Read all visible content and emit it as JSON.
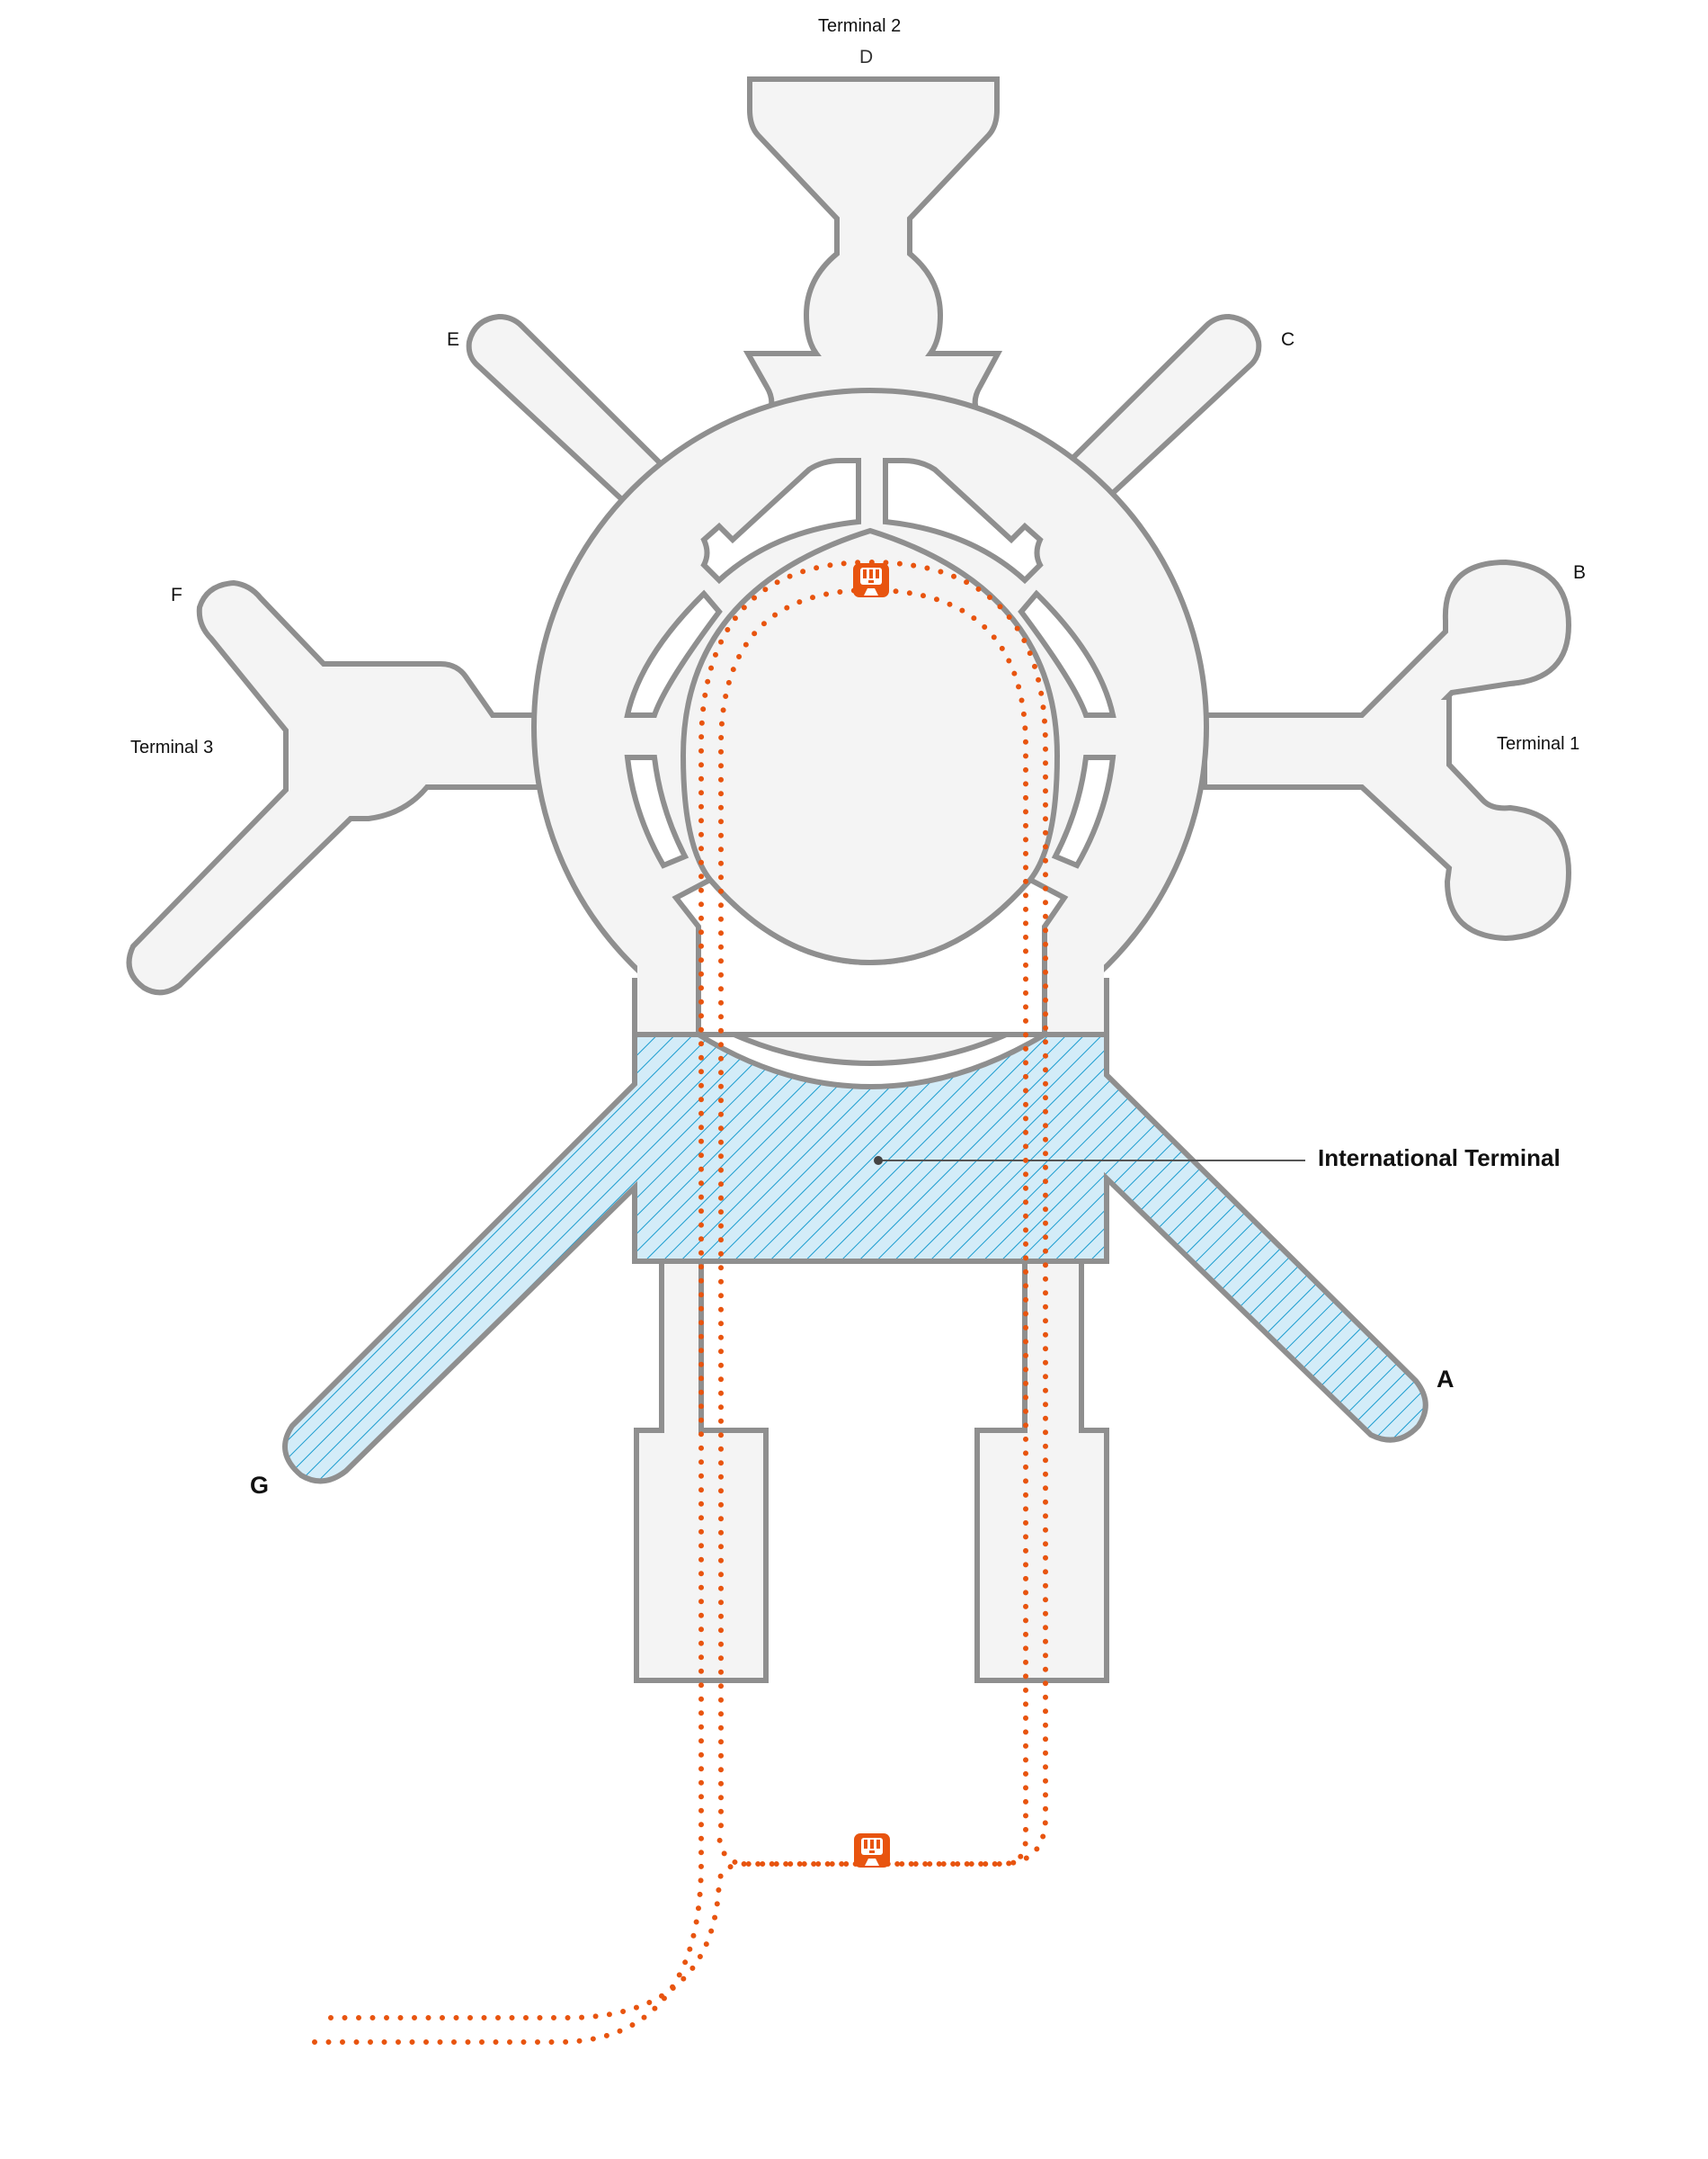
{
  "map": {
    "terminals": [
      {
        "name": "Terminal 1",
        "concourses": [
          "B",
          "C"
        ]
      },
      {
        "name": "Terminal 2",
        "concourses": [
          "D"
        ]
      },
      {
        "name": "Terminal 3",
        "concourses": [
          "E",
          "F"
        ]
      },
      {
        "name": "International Terminal",
        "concourses": [
          "A",
          "G"
        ],
        "highlighted": true
      }
    ],
    "labels": {
      "terminal_1": "Terminal 1",
      "terminal_2": "Terminal 2",
      "terminal_3": "Terminal 3",
      "international": "International Terminal",
      "concourse_a": "A",
      "concourse_b": "B",
      "concourse_c": "C",
      "concourse_d": "D",
      "concourse_e": "E",
      "concourse_f": "F",
      "concourse_g": "G"
    },
    "stations": [
      {
        "name": "train-station-top",
        "icon": "train-icon"
      },
      {
        "name": "train-station-bottom",
        "icon": "train-icon"
      }
    ],
    "colors": {
      "building_fill": "#f4f4f4",
      "building_stroke": "#8f8f8f",
      "highlight_fill": "#d3ecf8",
      "highlight_hatch": "#1a9ccf",
      "train_line": "#e8540f",
      "label_text": "#111111"
    }
  }
}
